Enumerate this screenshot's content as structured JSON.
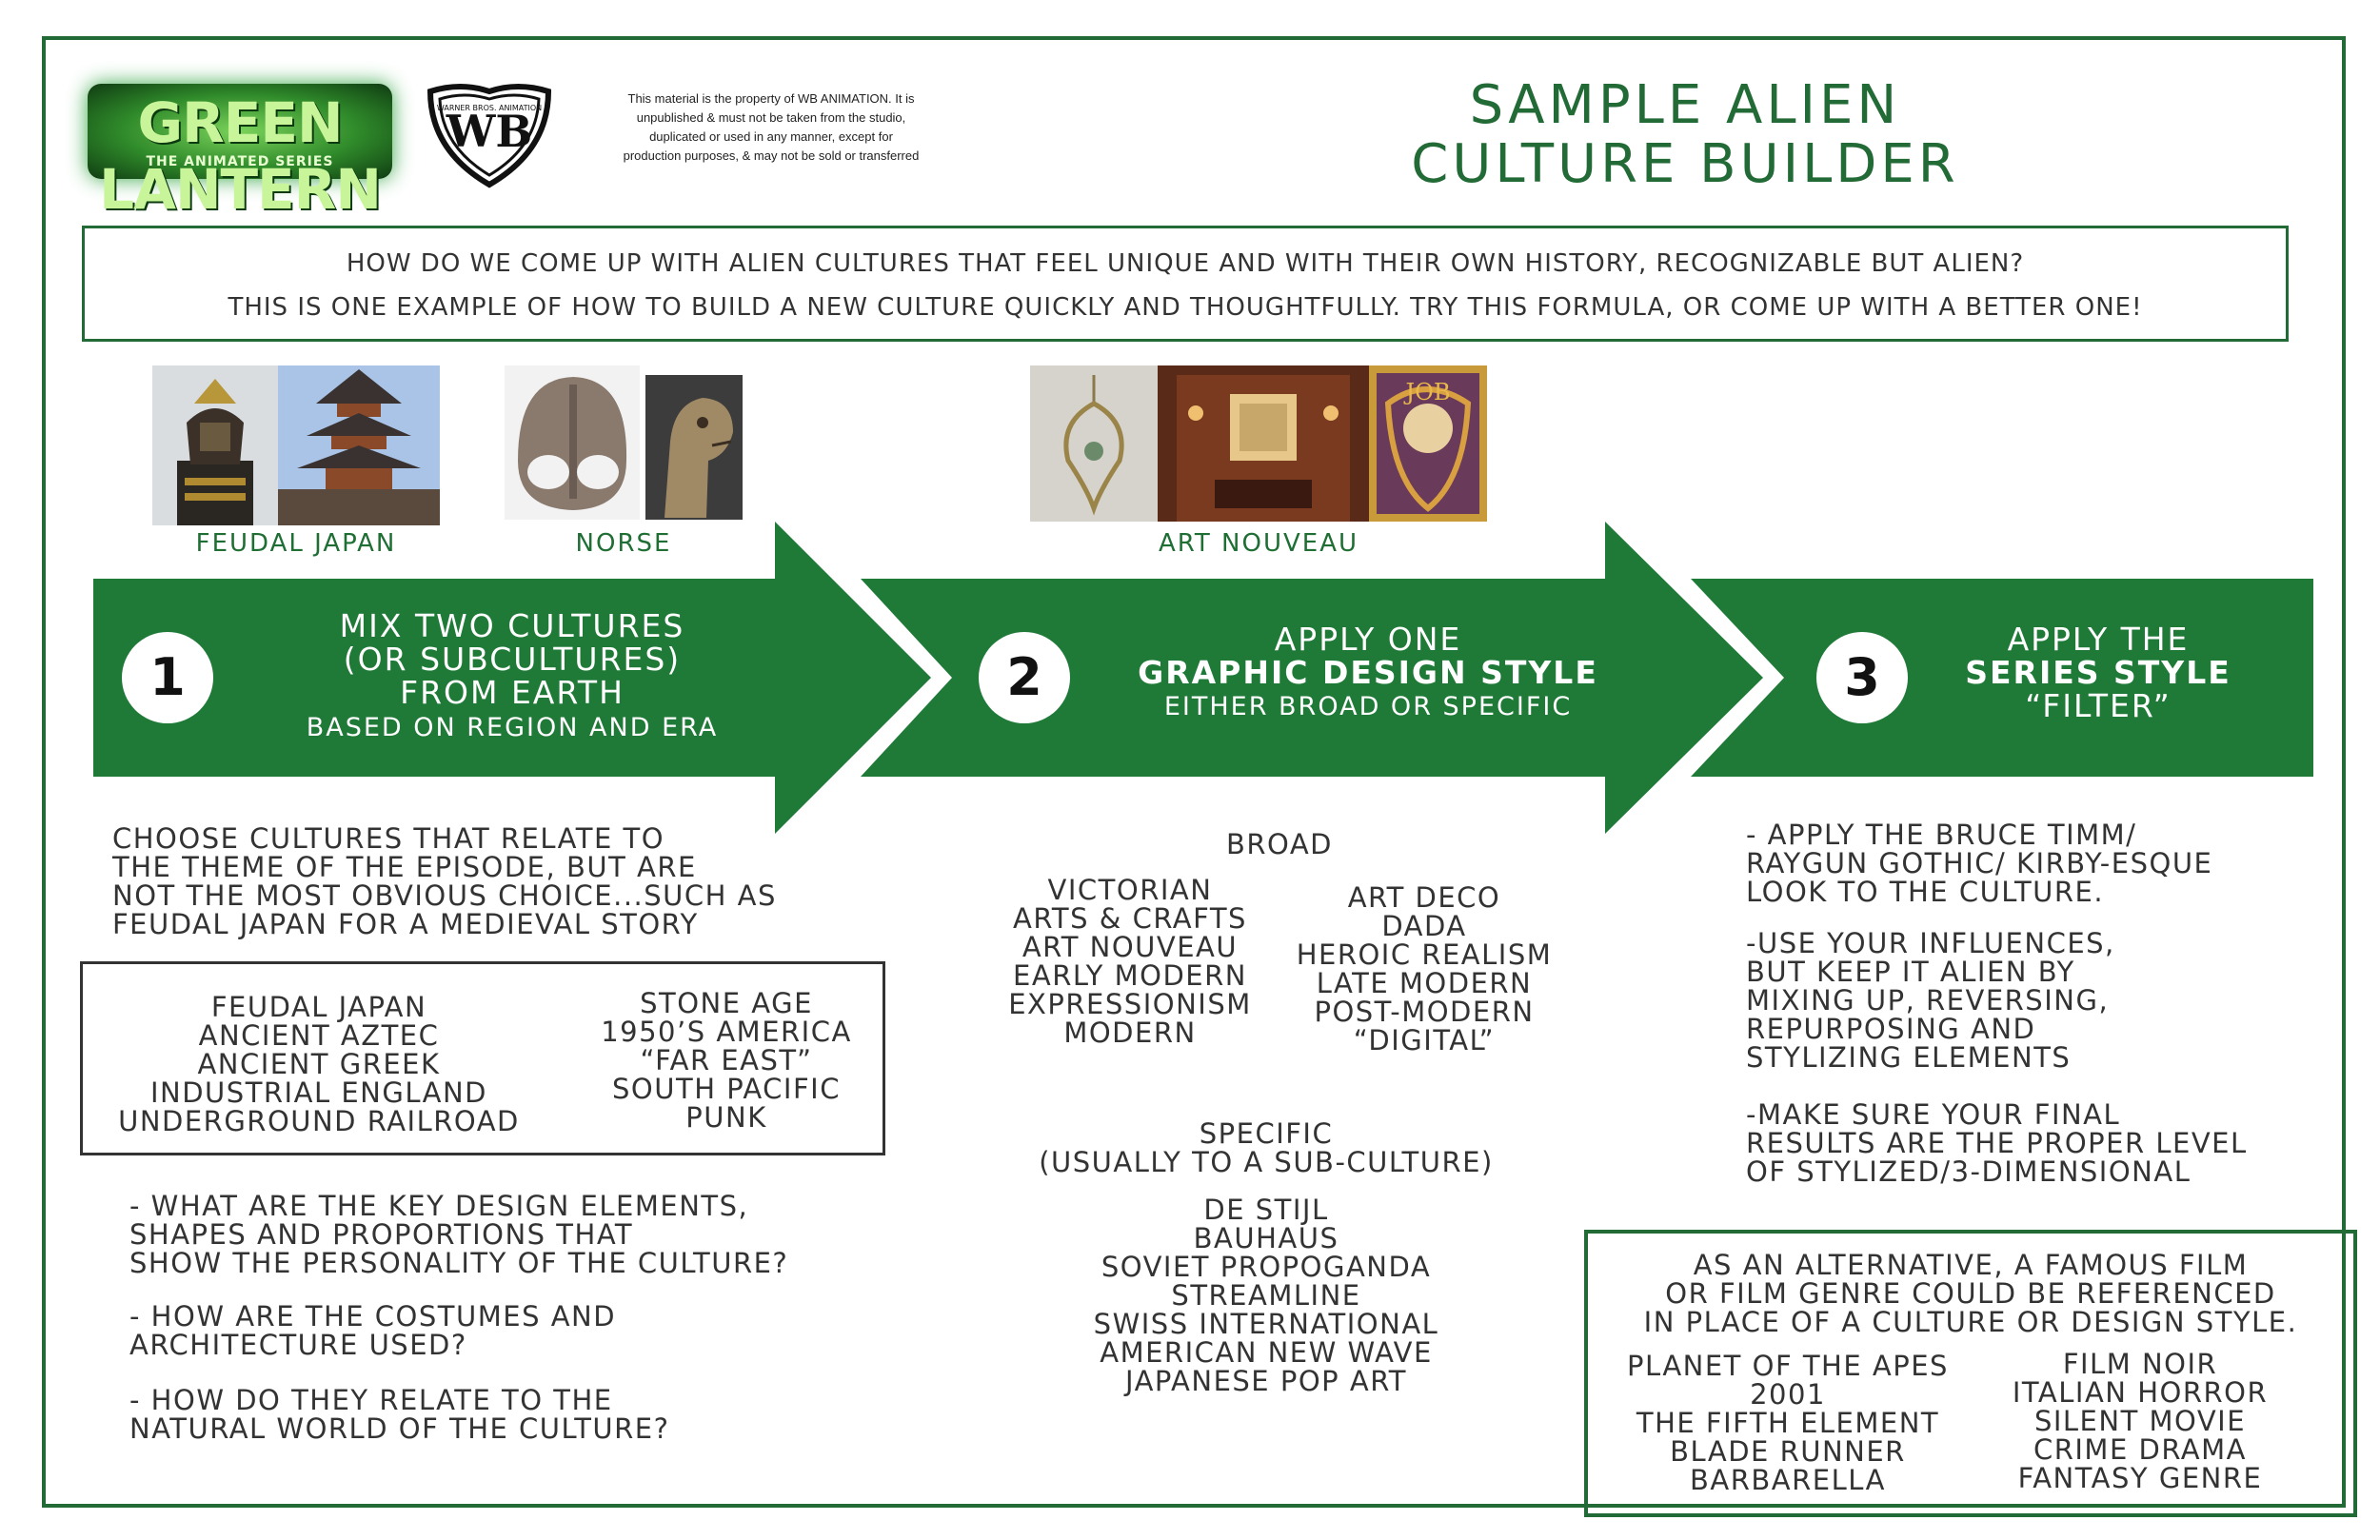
{
  "header": {
    "logo_title": "GREEN LANTERN",
    "logo_subtitle": "THE ANIMATED SERIES",
    "studio_logo": "WARNER BROS. ANIMATION",
    "notice": [
      "This material is the property of WB ANIMATION.  It is",
      "unpublished & must not be taken from the studio,",
      "duplicated or used in any manner, except for",
      "production purposes, & may not be sold or transferred"
    ],
    "title": [
      "SAMPLE ALIEN",
      "CULTURE BUILDER"
    ]
  },
  "intro": {
    "line1": "HOW DO WE COME UP WITH ALIEN CULTURES THAT FEEL UNIQUE AND WITH THEIR OWN HISTORY, RECOGNIZABLE BUT ALIEN?",
    "line2": "THIS IS ONE EXAMPLE OF HOW TO BUILD A NEW CULTURE QUICKLY AND THOUGHTFULLY. TRY THIS FORMULA, OR COME UP WITH A BETTER ONE!"
  },
  "captions": {
    "feudal_japan": "FEUDAL JAPAN",
    "norse": "NORSE",
    "art_nouveau": "ART NOUVEAU"
  },
  "steps": [
    {
      "number": "1",
      "lines": [
        "MIX TWO CULTURES",
        "(OR SUBCULTURES)",
        "FROM EARTH"
      ],
      "sub": "BASED ON REGION AND ERA"
    },
    {
      "number": "2",
      "lines": [
        "APPLY ONE",
        "GRAPHIC DESIGN STYLE"
      ],
      "sub": "EITHER BROAD OR SPECIFIC"
    },
    {
      "number": "3",
      "lines": [
        "APPLY THE",
        "SERIES STYLE",
        "“FILTER”"
      ],
      "sub": ""
    }
  ],
  "col1": {
    "intro": [
      "CHOOSE CULTURES THAT RELATE TO",
      "THE THEME OF THE EPISODE, BUT ARE",
      "NOT THE MOST OBVIOUS CHOICE...SUCH AS",
      "FEUDAL JAPAN FOR A MEDIEVAL STORY"
    ],
    "box_left": [
      "FEUDAL JAPAN",
      "ANCIENT AZTEC",
      "ANCIENT GREEK",
      "INDUSTRIAL ENGLAND",
      "UNDERGROUND RAILROAD"
    ],
    "box_right": [
      "STONE AGE",
      "1950’S AMERICA",
      "“FAR EAST”",
      "SOUTH PACIFIC",
      "PUNK"
    ],
    "q1": [
      "- WHAT ARE THE KEY DESIGN ELEMENTS,",
      "SHAPES AND PROPORTIONS THAT",
      "SHOW THE PERSONALITY OF THE CULTURE?"
    ],
    "q2": [
      "- HOW ARE THE COSTUMES AND",
      "ARCHITECTURE USED?"
    ],
    "q3": [
      "- HOW DO THEY RELATE TO THE",
      "NATURAL WORLD OF THE CULTURE?"
    ]
  },
  "col2": {
    "broad_label": "BROAD",
    "broad_left": [
      "VICTORIAN",
      "ARTS & CRAFTS",
      "ART NOUVEAU",
      "EARLY MODERN",
      "EXPRESSIONISM",
      "MODERN"
    ],
    "broad_right": [
      "ART DECO",
      "DADA",
      "HEROIC REALISM",
      "LATE MODERN",
      "POST-MODERN",
      "“DIGITAL”"
    ],
    "specific_label": [
      "SPECIFIC",
      "(USUALLY TO A SUB-CULTURE)"
    ],
    "specific_list": [
      "DE STIJL",
      "BAUHAUS",
      "SOVIET PROPOGANDA",
      "STREAMLINE",
      "SWISS INTERNATIONAL",
      "AMERICAN NEW WAVE",
      "JAPANESE POP ART"
    ]
  },
  "col3": {
    "p1": [
      "- APPLY THE BRUCE TIMM/",
      "RAYGUN GOTHIC/ KIRBY-ESQUE",
      "LOOK TO THE CULTURE."
    ],
    "p2": [
      "-USE YOUR INFLUENCES,",
      "BUT KEEP IT ALIEN BY",
      "MIXING UP, REVERSING,",
      "REPURPOSING AND",
      "STYLIZING ELEMENTS"
    ],
    "p3": [
      "-MAKE SURE YOUR FINAL",
      "RESULTS ARE THE PROPER LEVEL",
      "OF STYLIZED/3-DIMENSIONAL"
    ],
    "alt_intro": [
      "AS AN ALTERNATIVE, A FAMOUS FILM",
      "OR FILM GENRE COULD BE REFERENCED",
      "IN PLACE OF A CULTURE OR DESIGN STYLE."
    ],
    "alt_left": [
      "PLANET OF THE APES",
      "2001",
      "THE FIFTH ELEMENT",
      "BLADE RUNNER",
      "BARBARELLA"
    ],
    "alt_right": [
      "FILM NOIR",
      "ITALIAN HORROR",
      "SILENT MOVIE",
      "CRIME DRAMA",
      "FANTASY GENRE"
    ]
  },
  "colors": {
    "accent": "#236b36",
    "text": "#333333"
  }
}
